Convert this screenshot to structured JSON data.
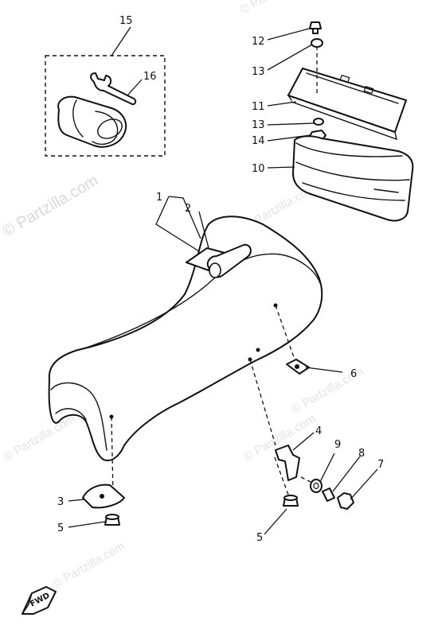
{
  "watermark": {
    "main": "© Partzilla.com",
    "repeats": [
      "© Partzilla.com",
      "© Partzilla.com",
      "© Partzilla.com",
      "© Partzilla.com",
      "© Partzilla.com",
      "© Partzilla.com"
    ]
  },
  "callouts": {
    "c1": "1",
    "c2": "2",
    "c3": "3",
    "c4": "4",
    "c5a": "5",
    "c5b": "5",
    "c6": "6",
    "c7": "7",
    "c8": "8",
    "c9": "9",
    "c10": "10",
    "c11": "11",
    "c12": "12",
    "c13a": "13",
    "c13b": "13",
    "c14": "14",
    "c15": "15",
    "c16": "16"
  },
  "fwd_marker": "FWD"
}
